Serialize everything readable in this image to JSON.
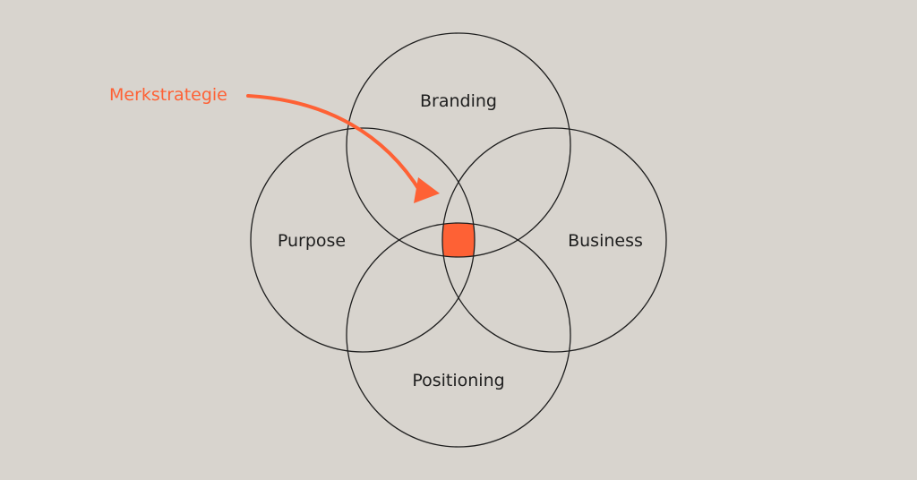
{
  "diagram": {
    "background_color": "#d8d4ce",
    "line_color": "#1e1e1e",
    "accent_color": "#fe6135",
    "circles": [
      {
        "id": "branding",
        "label": "Branding"
      },
      {
        "id": "purpose",
        "label": "Purpose"
      },
      {
        "id": "business",
        "label": "Business"
      },
      {
        "id": "positioning",
        "label": "Positioning"
      }
    ],
    "callout": {
      "label": "Merkstrategie",
      "target": "intersection-of-all-four"
    }
  }
}
